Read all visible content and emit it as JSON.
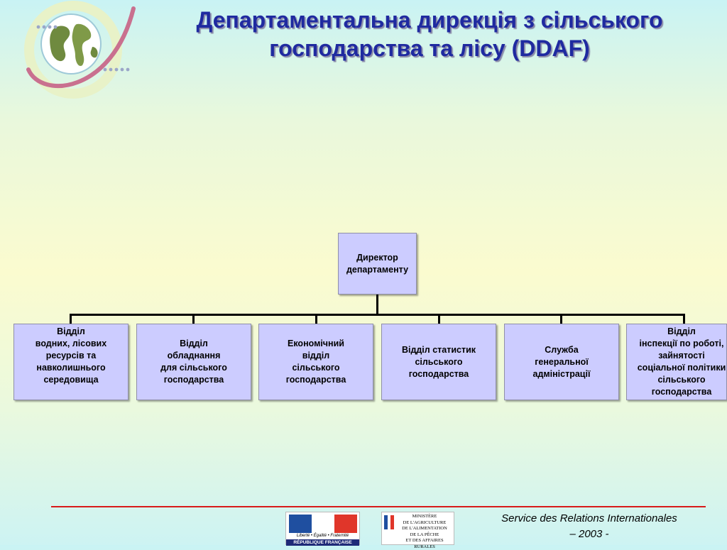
{
  "title": {
    "line1": "Департаментальна дирекція з сільського",
    "line2": "господарства та лісу (DDAF)"
  },
  "colors": {
    "title": "#1f2aa0",
    "box_fill": "#ccccff",
    "footer_rule": "#d81a1a",
    "flag_blue": "#1f4fa0",
    "flag_white": "#ffffff",
    "flag_red": "#e0362a"
  },
  "icons": {
    "globe": "globe-orbit-icon"
  },
  "org": {
    "director": "Директор\nдепартаменту",
    "departments": [
      "Відділ\nводних, лісових\nресурсів та\nнавколишнього\nсередовища",
      "Відділ\nобладнання\nдля сільського\nгосподарства",
      "Економічний\nвідділ\nсільського\nгосподарства",
      "Відділ статистик\nсільського\nгосподарства",
      "Служба\nгенеральної\nадміністрації",
      "Відділ\nінспекції по роботі,\nзайнятості\nсоціальної політики\nсільського\nгосподарства"
    ]
  },
  "footer": {
    "line1": "Service des Relations Internationales",
    "line2": "– 2003 -"
  },
  "logos": {
    "rf_motto": "Liberté • Égalité • Fraternité",
    "rf_name": "RÉPUBLIQUE FRANÇAISE",
    "ministry": "MINISTÈRE\nDE L'AGRICULTURE\nDE L'ALIMENTATION\nDE LA PÊCHE\nET DES AFFAIRES RURALES"
  }
}
